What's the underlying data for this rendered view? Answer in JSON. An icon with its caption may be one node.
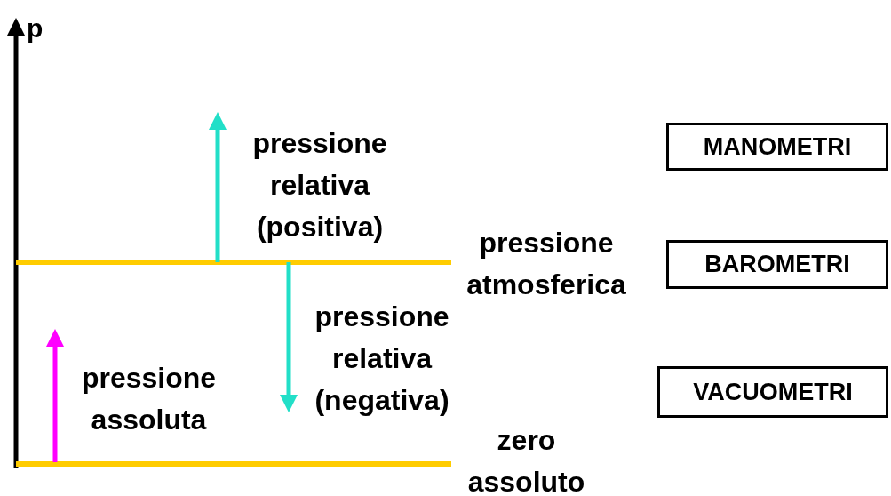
{
  "diagram": {
    "nodes": [
      {
        "text": [
          "MANOMETRI"
        ]
      },
      {
        "text": [
          "BAROMETRI"
        ]
      },
      {
        "text": [
          "VACUOMETRI"
        ]
      }
    ],
    "labels": [
      "p",
      "pressione relativa (positiva)",
      "pressione atmosferica",
      "pressione relativa (negativa)",
      "pressione assoluta",
      "zero assoluto"
    ]
  }
}
